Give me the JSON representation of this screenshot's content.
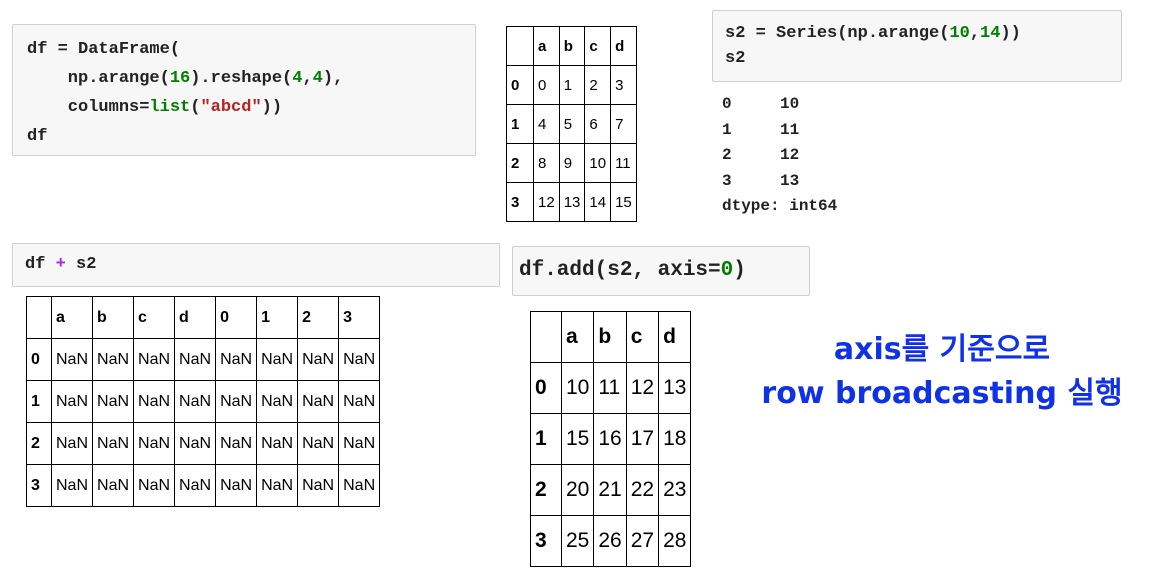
{
  "cell1": {
    "kw1": "df",
    "kw2": " = DataFrame(",
    "line2a": "    np.arange(",
    "line2num1": "16",
    "line2b": ").reshape(",
    "line2num2": "4",
    "line2c": ",",
    "line2num3": "4",
    "line2d": "),",
    "line3a": "    columns=",
    "line3builtin": "list",
    "line3b": "(",
    "line3str": "\"abcd\"",
    "line3c": "))",
    "line4": "df"
  },
  "table_df": {
    "columns": [
      "",
      "a",
      "b",
      "c",
      "d"
    ],
    "rows": [
      [
        "0",
        "0",
        "1",
        "2",
        "3"
      ],
      [
        "1",
        "4",
        "5",
        "6",
        "7"
      ],
      [
        "2",
        "8",
        "9",
        "10",
        "11"
      ],
      [
        "3",
        "12",
        "13",
        "14",
        "15"
      ]
    ]
  },
  "cell2": {
    "line1a": "s2 = Series(np.arange(",
    "num1": "10",
    "comma": ",",
    "num2": "14",
    "line1b": "))",
    "line2": "s2"
  },
  "series_output": {
    "rows": [
      [
        "0",
        "10"
      ],
      [
        "1",
        "11"
      ],
      [
        "2",
        "12"
      ],
      [
        "3",
        "13"
      ]
    ],
    "dtype": "dtype: int64"
  },
  "cell3": {
    "left": "df ",
    "op": "+",
    "right": " s2"
  },
  "table_sum": {
    "columns": [
      "",
      "a",
      "b",
      "c",
      "d",
      "0",
      "1",
      "2",
      "3"
    ],
    "rows": [
      [
        "0",
        "NaN",
        "NaN",
        "NaN",
        "NaN",
        "NaN",
        "NaN",
        "NaN",
        "NaN"
      ],
      [
        "1",
        "NaN",
        "NaN",
        "NaN",
        "NaN",
        "NaN",
        "NaN",
        "NaN",
        "NaN"
      ],
      [
        "2",
        "NaN",
        "NaN",
        "NaN",
        "NaN",
        "NaN",
        "NaN",
        "NaN",
        "NaN"
      ],
      [
        "3",
        "NaN",
        "NaN",
        "NaN",
        "NaN",
        "NaN",
        "NaN",
        "NaN",
        "NaN"
      ]
    ]
  },
  "cell4": {
    "a": "df.add(s2, axis=",
    "num": "0",
    "b": ")"
  },
  "table_add": {
    "columns": [
      "",
      "a",
      "b",
      "c",
      "d"
    ],
    "rows": [
      [
        "0",
        "10",
        "11",
        "12",
        "13"
      ],
      [
        "1",
        "15",
        "16",
        "17",
        "18"
      ],
      [
        "2",
        "20",
        "21",
        "22",
        "23"
      ],
      [
        "3",
        "25",
        "26",
        "27",
        "28"
      ]
    ]
  },
  "annotation": {
    "line1": "axis를 기준으로",
    "line2": "row broadcasting 실행"
  }
}
